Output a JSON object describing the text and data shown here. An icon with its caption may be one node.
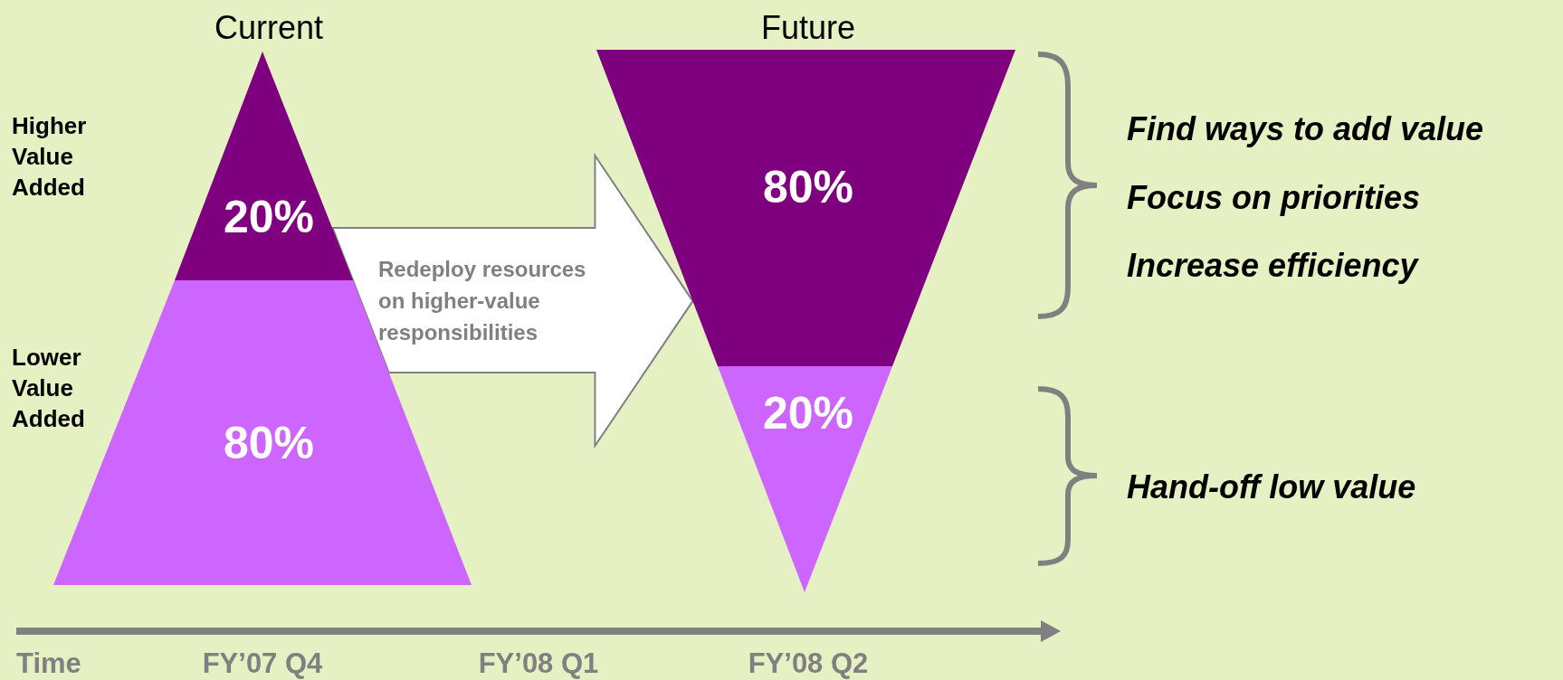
{
  "diagram": {
    "nodes": [
      {
        "text": [
          "20%"
        ]
      },
      {
        "text": [
          "80%"
        ]
      },
      {
        "text": [
          "80%"
        ]
      },
      {
        "text": [
          "20%"
        ]
      }
    ],
    "edges": [
      {
        "from": 1,
        "to": 2,
        "arrow": "to",
        "label": "Redeploy resources on higher-value responsibilities"
      }
    ],
    "labels": [
      "Current",
      "Future",
      "Higher Value Added",
      "Lower Value Added",
      "Find ways to add value",
      "Focus on priorities",
      "Increase efficiency",
      "Hand-off low value",
      "Time",
      "FY’07 Q4",
      "FY’08 Q1",
      "FY’08 Q2"
    ]
  }
}
